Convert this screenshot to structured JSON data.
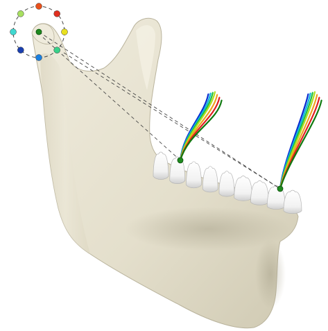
{
  "colors": {
    "background": "#ffffff",
    "bone": "#e6e1cf",
    "bone_shadow": "#b8b19a",
    "bone_highlight": "#f3f0e4",
    "teeth": "#fafafa",
    "teeth_shadow": "#c9c9c9",
    "joint_center": "#1f8a1f",
    "tooth_anchor": "#1f8a1f",
    "dashed_line": "#444444"
  },
  "condyle_ring": {
    "marker_colors": [
      "#e8501b",
      "#e03020",
      "#e8e020",
      "#39d18a",
      "#1a7fe0",
      "#1a3fb0",
      "#40d8d0",
      "#a8e060"
    ]
  },
  "trajectory_fan": {
    "curve_colors": [
      "#0a2bd0",
      "#10b4e0",
      "#20c040",
      "#b0e020",
      "#f0a020",
      "#e02020",
      "#107a10"
    ]
  },
  "elements": {
    "mandible": "mandible-3d-model",
    "teeth": "lower-dentition",
    "condyle": "condyle-motion-ring",
    "incisor_fan": "incisor-trajectory-fan",
    "molar_fan": "molar-trajectory-fan",
    "guides": "dashed-guide-lines"
  }
}
